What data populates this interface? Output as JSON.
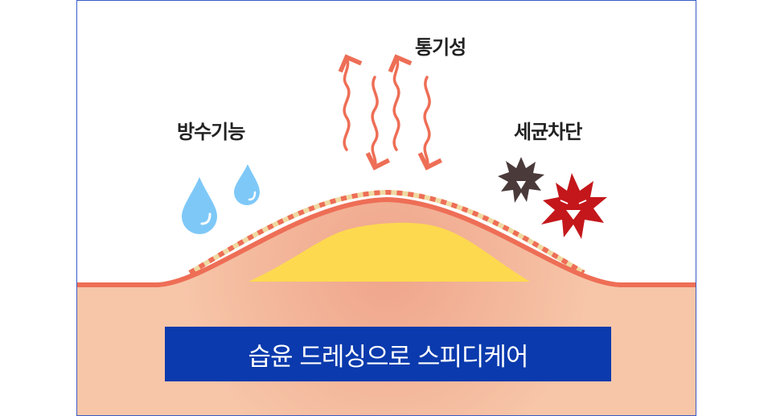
{
  "labels": {
    "waterproof": "방수기능",
    "breathability": "통기성",
    "bacteria_block": "세균차단"
  },
  "banner": "습윤 드레싱으로 스피디케어",
  "colors": {
    "skin": "#f6c3a6",
    "skin_line": "#ee6e56",
    "wound": "#fdd94f",
    "water": "#7ec8f8",
    "banner": "#0a3aad",
    "germ_dark": "#4a3a3a",
    "germ_red": "#c4171b"
  }
}
